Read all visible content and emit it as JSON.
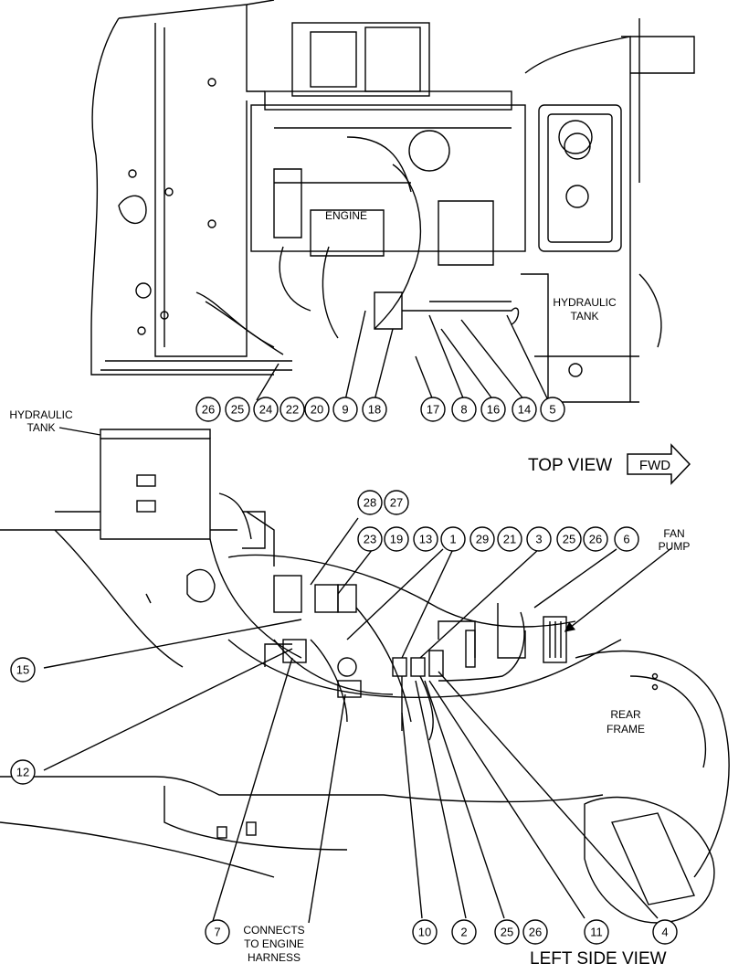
{
  "views": {
    "top": {
      "title": "TOP VIEW",
      "fwd_label": "FWD",
      "engine_label": "ENGINE",
      "hydraulic_tank_label": [
        "HYDRAULIC",
        "TANK"
      ],
      "callouts": [
        "26",
        "25",
        "24",
        "22",
        "20",
        "9",
        "18",
        "17",
        "8",
        "16",
        "14",
        "5"
      ]
    },
    "left_side": {
      "title": "LEFT SIDE VIEW",
      "hydraulic_tank_label": [
        "HYDRAULIC",
        "TANK"
      ],
      "fan_pump_label": [
        "FAN",
        "PUMP"
      ],
      "rear_frame_label": [
        "REAR",
        "FRAME"
      ],
      "connects_label": [
        "CONNECTS",
        "TO ENGINE",
        "HARNESS"
      ],
      "callouts_top_row1": [
        "28",
        "27"
      ],
      "callouts_top_row2": [
        "23",
        "19",
        "13",
        "1",
        "29",
        "21",
        "3",
        "25",
        "26",
        "6"
      ],
      "callouts_left": [
        "15",
        "12"
      ],
      "callouts_bottom": [
        "7",
        "10",
        "2",
        "25",
        "26",
        "11",
        "4"
      ]
    }
  }
}
